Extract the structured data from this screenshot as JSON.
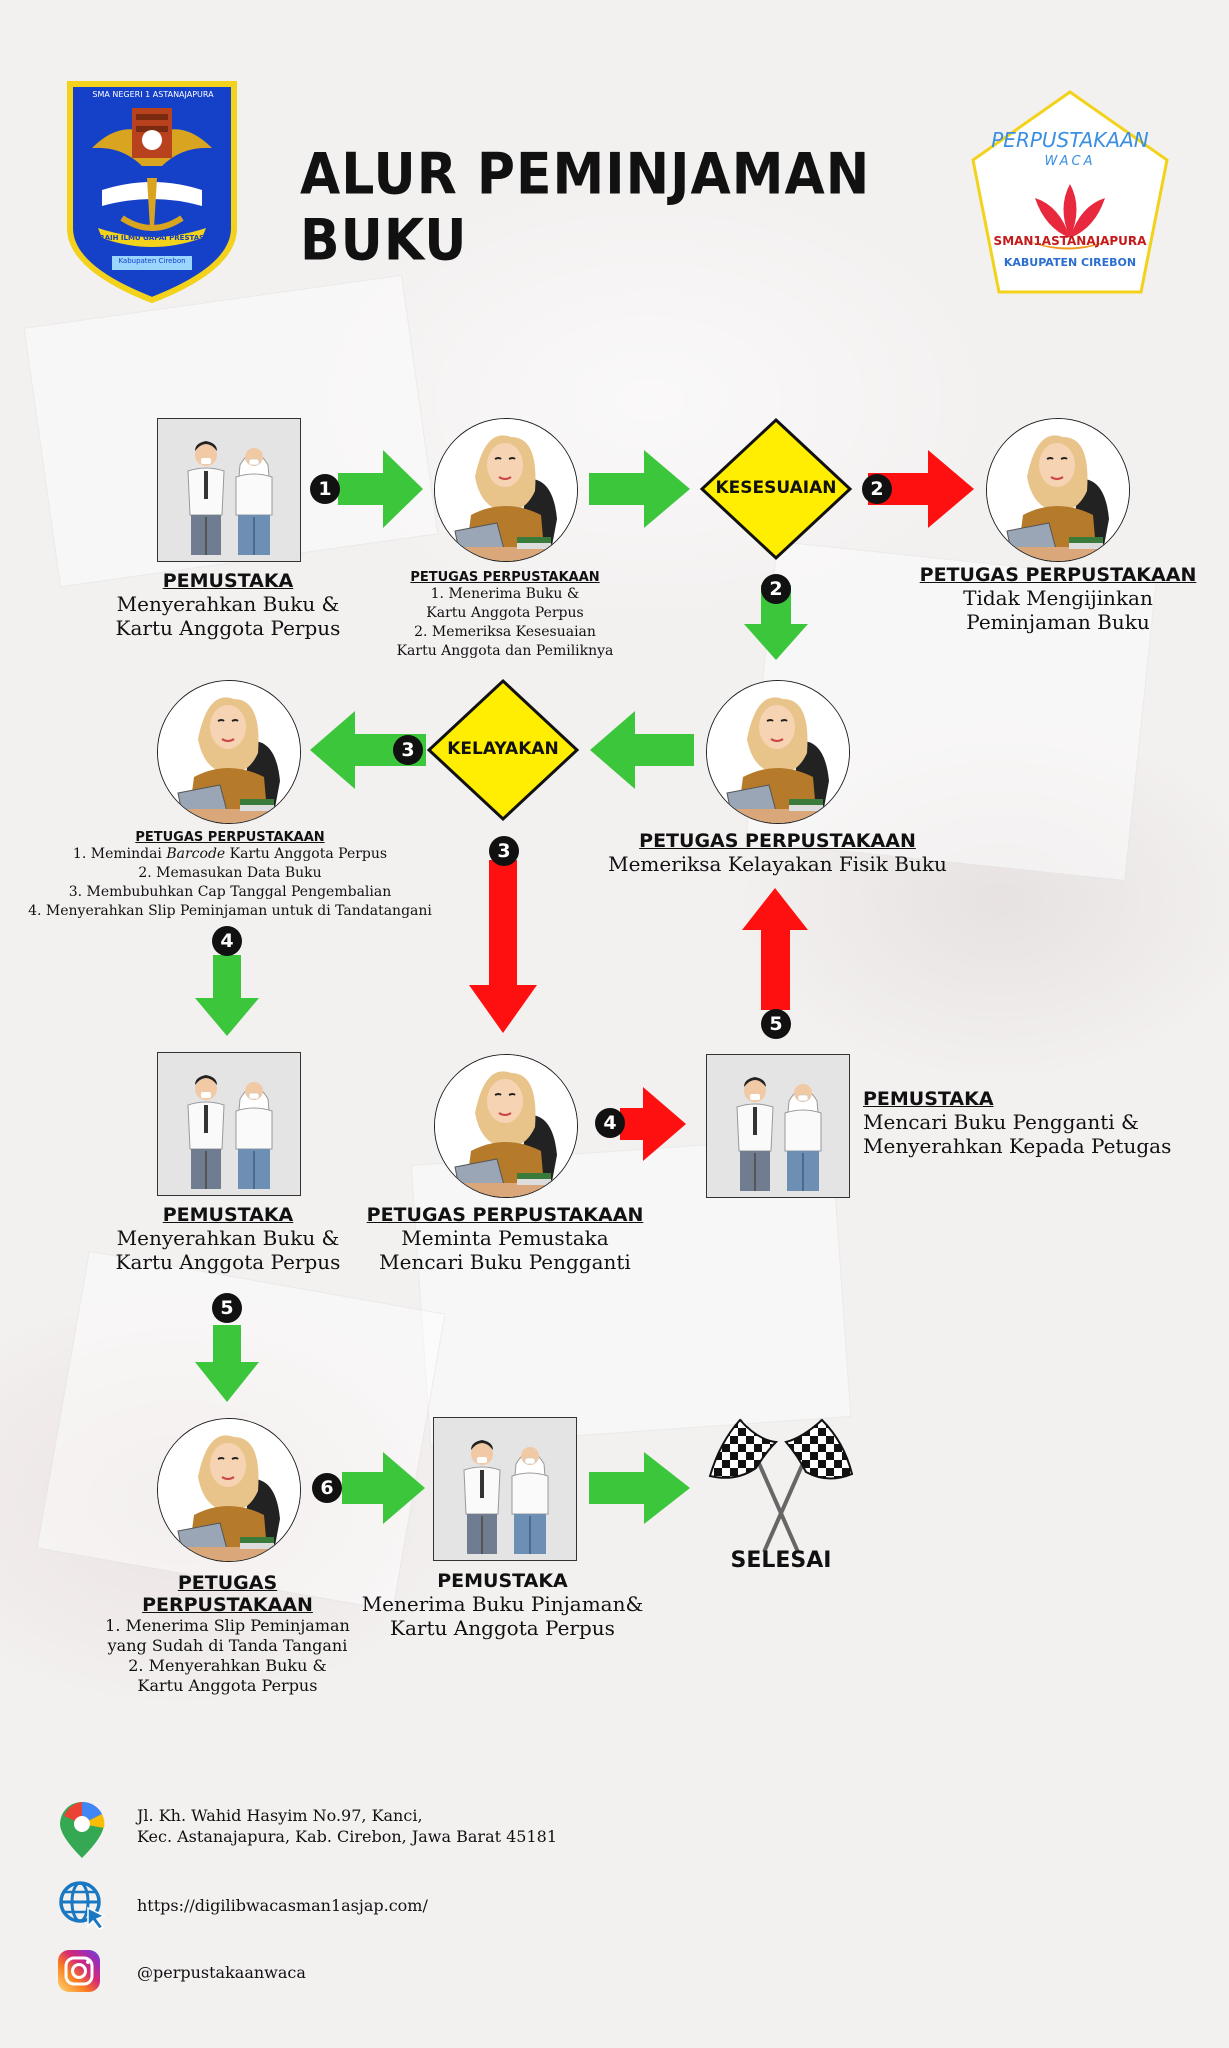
{
  "header": {
    "title": "ALUR PEMINJAMAN BUKU",
    "school_logo": {
      "top_text": "SMA NEGERI 1 ASTANAJAPURA",
      "ribbon_text": "RAIH ILMU GAPAI PRESTASI",
      "bottom_text": "Kabupaten Cirebon"
    },
    "library_logo": {
      "arc_text": "PERPUSTAKAAN",
      "sub_text": "WACA",
      "school": "SMAN1ASTANAJAPURA",
      "region": "KABUPATEN CIREBON"
    }
  },
  "steps": {
    "s1": {
      "head": "PEMUSTAKA",
      "lines": [
        "Menyerahkan Buku &",
        "Kartu Anggota Perpus"
      ]
    },
    "s2": {
      "head": "PETUGAS PERPUSTAKAAN",
      "lines": [
        "1. Menerima Buku &",
        "Kartu Anggota Perpus",
        "2. Memeriksa Kesesuaian",
        "Kartu Anggota dan Pemiliknya"
      ]
    },
    "s3": {
      "head": "PETUGAS PERPUSTAKAAN",
      "lines": [
        "Tidak Mengijinkan",
        "Peminjaman Buku"
      ]
    },
    "s4": {
      "head": "PETUGAS PERPUSTAKAAN",
      "lines": [
        "Memeriksa Kelayakan Fisik Buku"
      ]
    },
    "s5": {
      "head": "PETUGAS PERPUSTAKAAN",
      "line1_pre": "1. Memindai ",
      "line1_em": "Barcode",
      "line1_post": " Kartu Anggota Perpus",
      "lines": [
        "2. Memasukan Data Buku",
        "3. Membubuhkan Cap Tanggal Pengembalian",
        "4. Menyerahkan Slip Peminjaman untuk di Tandatangani"
      ]
    },
    "s6": {
      "head": "PEMUSTAKA",
      "lines": [
        "Menyerahkan Buku &",
        "Kartu Anggota Perpus"
      ]
    },
    "s7": {
      "head": "PETUGAS PERPUSTAKAAN",
      "lines": [
        "Meminta Pemustaka",
        "Mencari Buku Pengganti"
      ]
    },
    "s8": {
      "head": "PEMUSTAKA",
      "lines": [
        "Mencari Buku Pengganti &",
        "Menyerahkan Kepada Petugas"
      ]
    },
    "s9": {
      "head": "PETUGAS PERPUSTAKAAN",
      "lines": [
        "1. Menerima Slip Peminjaman",
        "yang Sudah di Tanda Tangani",
        "2. Menyerahkan Buku &",
        "Kartu Anggota Perpus"
      ]
    },
    "s10": {
      "head": "PEMUSTAKA",
      "lines": [
        "Menerima Buku Pinjaman&",
        "Kartu Anggota Perpus"
      ]
    }
  },
  "decisions": {
    "kesesuaian": "KESESUAIAN",
    "kelayakan": "KELAYAKAN"
  },
  "finish": "SELESAI",
  "badges": {
    "b1a": "1",
    "b2a": "2",
    "b2b": "2",
    "b3a": "3",
    "b3b": "3",
    "b4a": "4",
    "b4b": "4",
    "b5a": "5",
    "b5b": "5",
    "b6": "6"
  },
  "footer": {
    "address_line1": "Jl. Kh. Wahid Hasyim No.97, Kanci,",
    "address_line2": "Kec. Astanajapura, Kab. Cirebon, Jawa Barat 45181",
    "website": "https://digilibwacasman1asjap.com/",
    "instagram": "@perpustakaanwaca"
  },
  "colors": {
    "arrow_ok": "#3cc63c",
    "arrow_no": "#ff1010",
    "diamond": "#ffee00",
    "shield": "#1540c8"
  },
  "icons": [
    "map-pin-icon",
    "globe-icon",
    "instagram-icon",
    "checkered-flags-icon"
  ]
}
